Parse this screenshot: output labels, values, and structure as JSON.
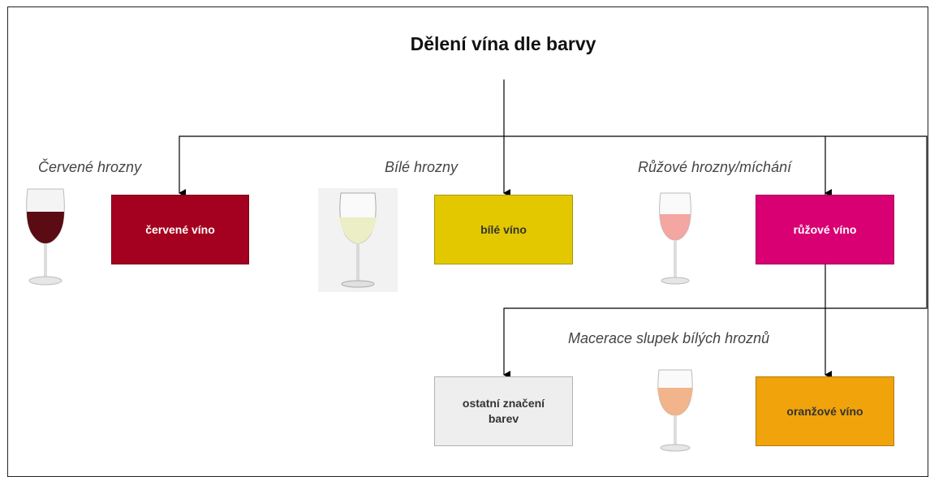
{
  "title": "Dělení vína dle barvy",
  "labels": {
    "red": "Červené hrozny",
    "white": "Bílé hrozny",
    "rose": "Růžové hrozny/míchání",
    "maceration": "Macerace slupek bílých hroznů"
  },
  "boxes": {
    "red": {
      "text": "červené víno",
      "fill": "#a4001f",
      "color": "#ffffff"
    },
    "white": {
      "text": "bílé víno",
      "fill": "#e3c800",
      "color": "#333333"
    },
    "rose": {
      "text": "růžové víno",
      "fill": "#d80073",
      "color": "#ffffff"
    },
    "other": {
      "text": "ostatní značení barev",
      "fill": "#eeeeee",
      "color": "#333333"
    },
    "orange": {
      "text": "oranžové víno",
      "fill": "#f0a30a",
      "color": "#333333"
    }
  },
  "glasses": {
    "red": "red-wine-glass-icon",
    "white": "white-wine-glass-icon",
    "rose": "rose-wine-glass-icon",
    "orange": "orange-wine-glass-icon"
  }
}
